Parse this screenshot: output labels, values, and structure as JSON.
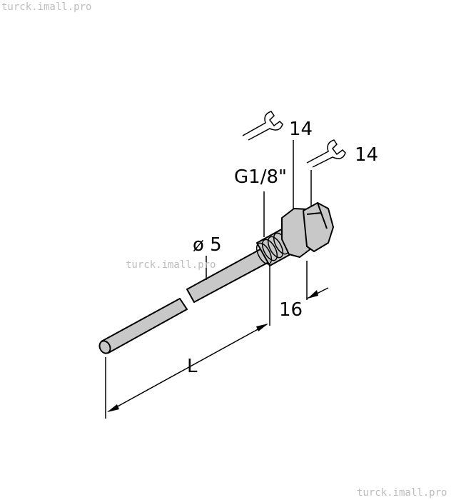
{
  "watermarks": [
    "turck.imall.pro",
    "turck.imall.pro",
    "turck.imall.pro"
  ],
  "labels": {
    "wrench_size_1": "14",
    "wrench_size_2": "14",
    "thread": "G1/8\"",
    "diameter": "ø 5",
    "length_16": "16",
    "length_L": "L"
  },
  "colors": {
    "part_fill": "#c8c8c8",
    "line": "#000000"
  }
}
